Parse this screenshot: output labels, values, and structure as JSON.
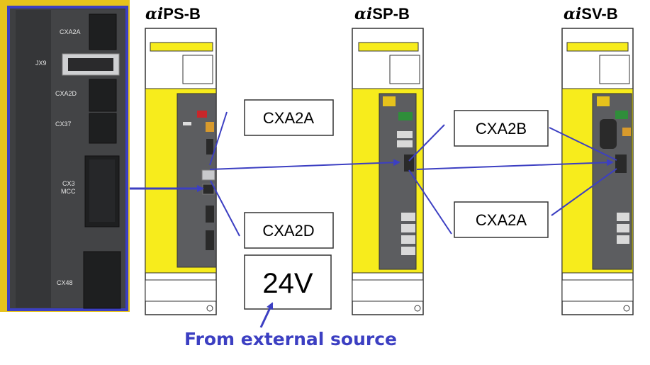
{
  "modules": [
    {
      "greek": "αi",
      "suffix": "PS-B"
    },
    {
      "greek": "αi",
      "suffix": "SP-B"
    },
    {
      "greek": "αi",
      "suffix": "SV-B"
    }
  ],
  "photo_ports": [
    "CXA2A",
    "JX9",
    "CXA2D",
    "CX37",
    "CX3",
    "MCC",
    "CX48"
  ],
  "labels": {
    "cxa2a_left": "CXA2A",
    "cxa2d": "CXA2D",
    "voltage": "24V",
    "cxa2b": "CXA2B",
    "cxa2a_right": "CXA2A",
    "note": "From external source"
  },
  "colors": {
    "module_yellow": "#f7ec1c",
    "arrow_blue": "#3c3fc2",
    "panel_gray": "#3e3f41"
  }
}
